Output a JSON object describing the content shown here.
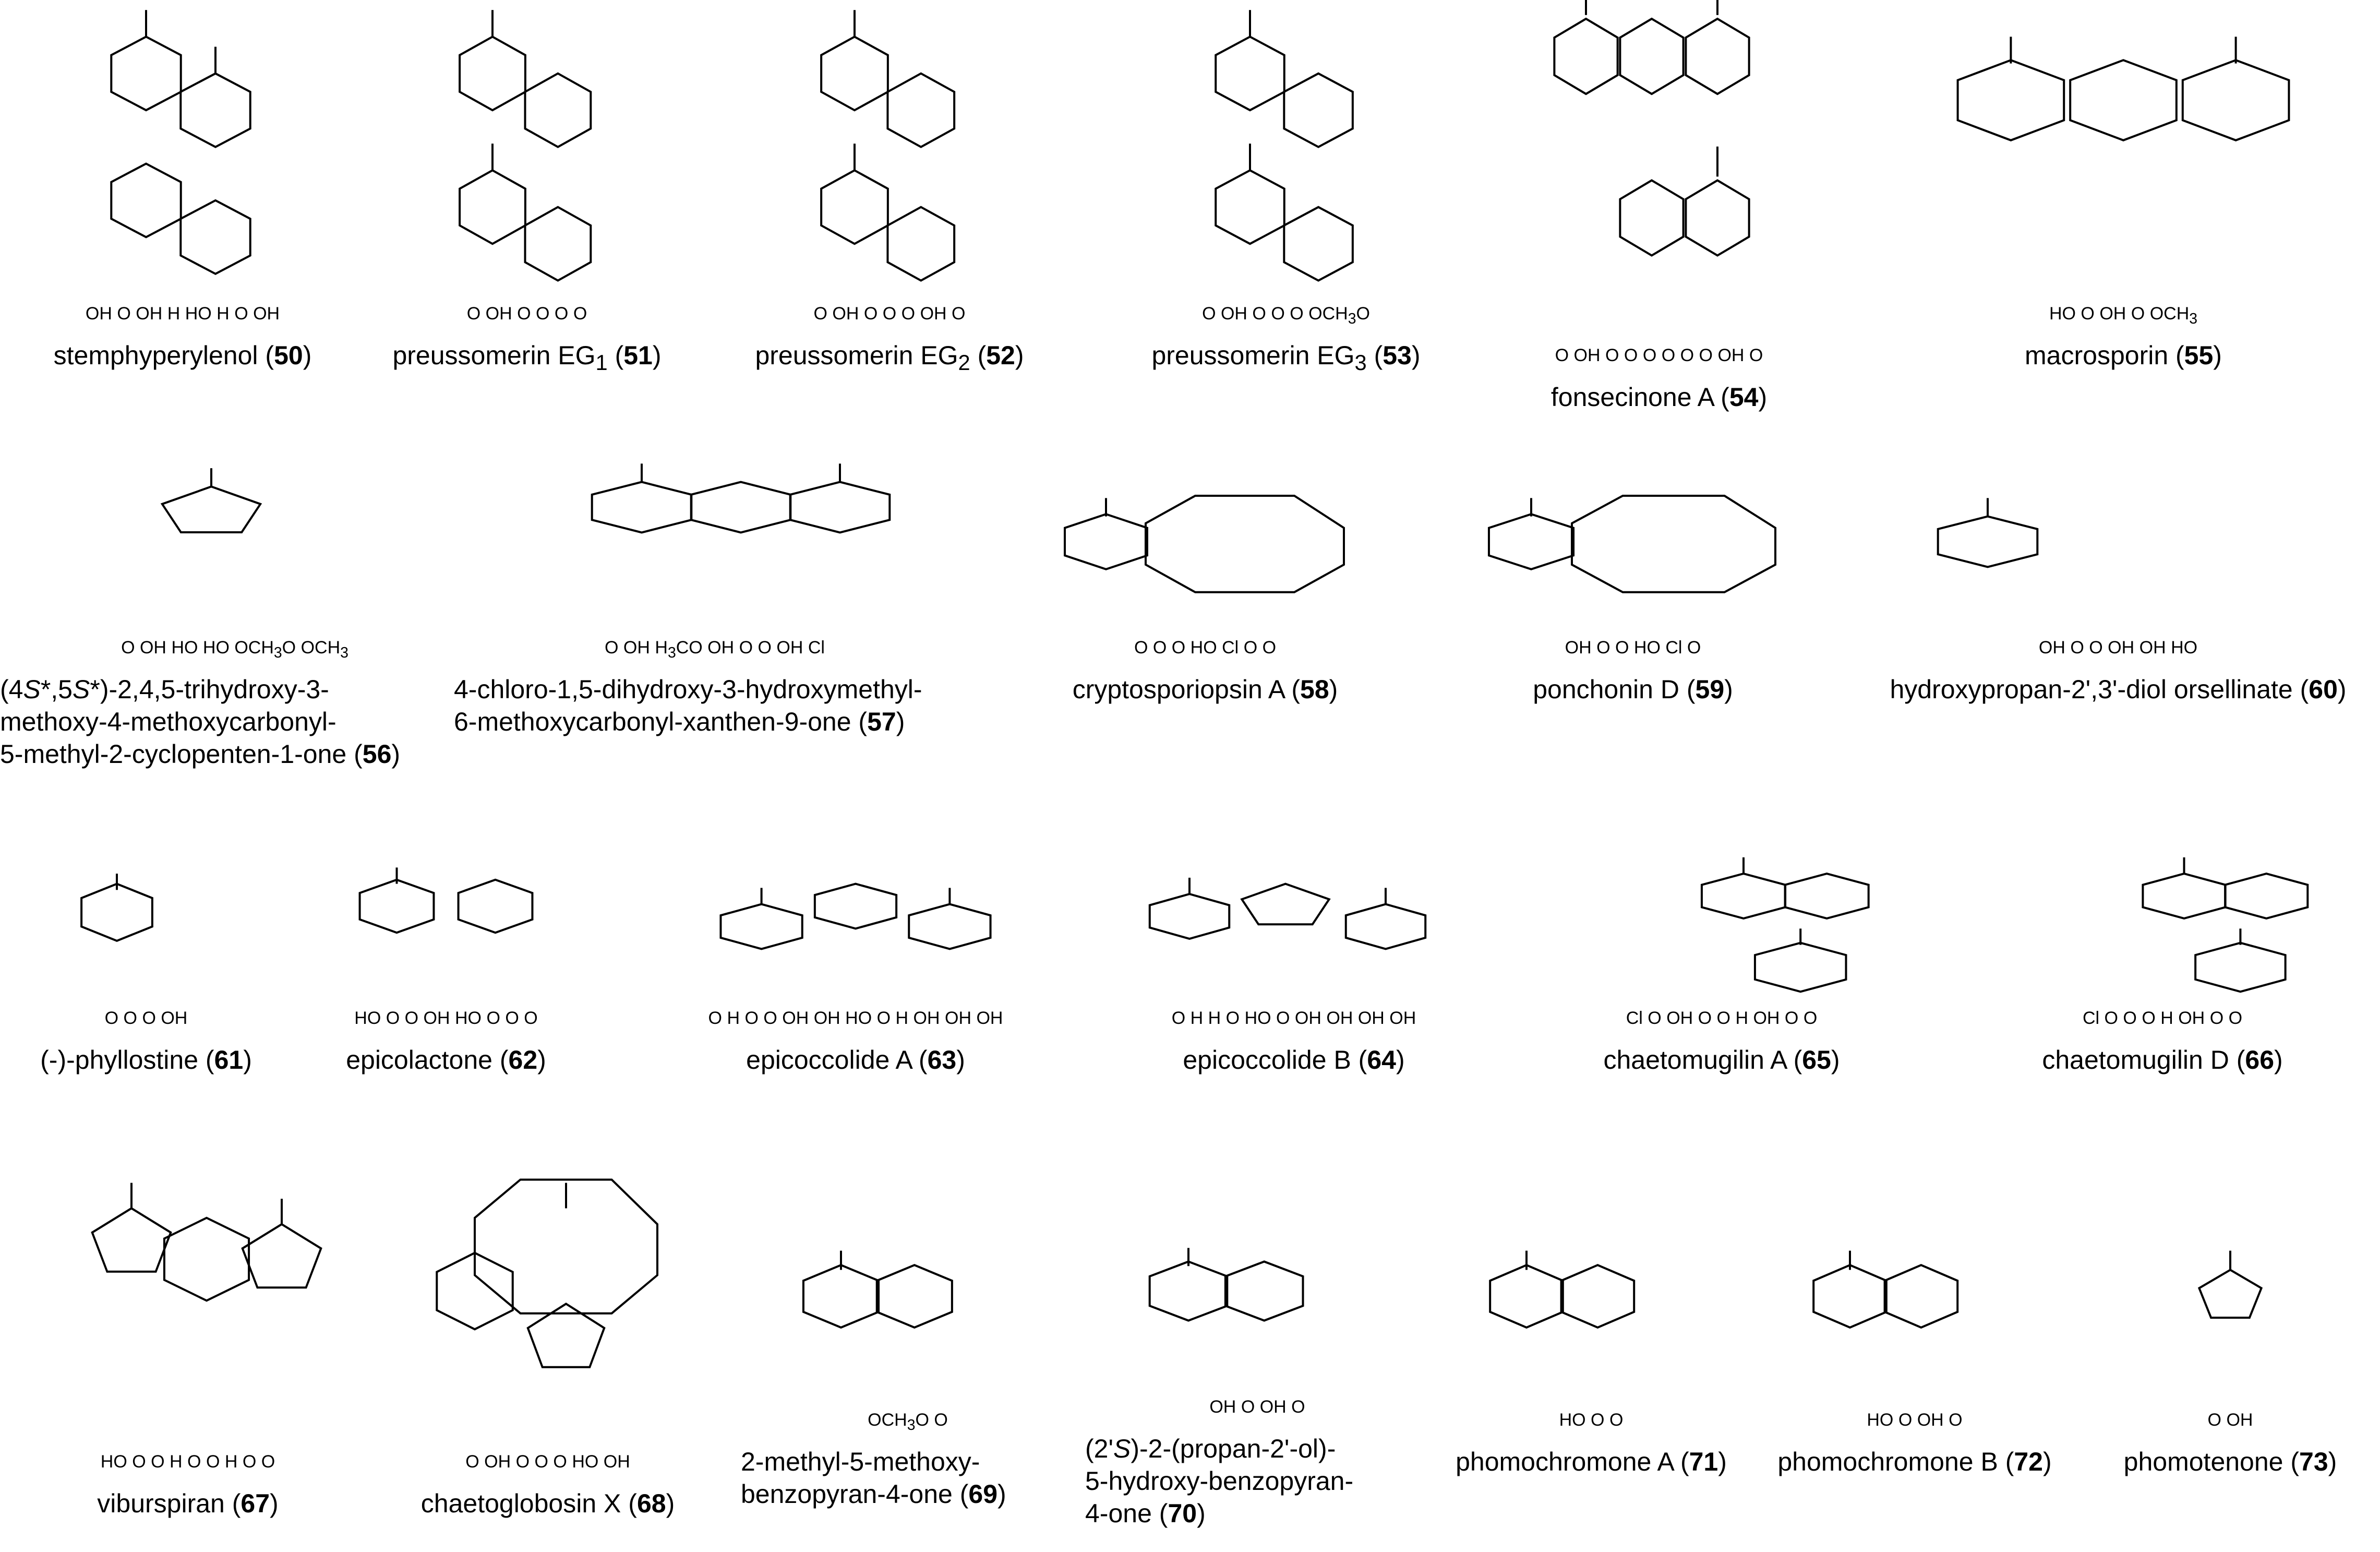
{
  "compounds": [
    {
      "id": "50",
      "lines": [
        [
          "stemphyperylenol (",
          ")"
        ]
      ],
      "atoms": [
        "OH",
        "O",
        "OH",
        "H",
        "HO",
        "H",
        "O",
        "OH"
      ]
    },
    {
      "id": "51",
      "lines": [
        [
          "preussomerin EG",
          "1",
          " (",
          ")"
        ]
      ],
      "atoms": [
        "O",
        "OH",
        "O",
        "O",
        "O",
        "O"
      ]
    },
    {
      "id": "52",
      "lines": [
        [
          "preussomerin EG",
          "2",
          " (",
          ")"
        ]
      ],
      "atoms": [
        "O",
        "OH",
        "O",
        "O",
        "O",
        "OH",
        "O"
      ]
    },
    {
      "id": "53",
      "lines": [
        [
          "preussomerin EG",
          "3",
          " (",
          ")"
        ]
      ],
      "atoms": [
        "O",
        "OH",
        "O",
        "O",
        "O",
        "OCH",
        "3",
        "O"
      ]
    },
    {
      "id": "54",
      "lines": [
        [
          "fonsecinone A (",
          ")"
        ]
      ],
      "atoms": [
        "O",
        "OH",
        "O",
        "O",
        "O",
        "O",
        "O",
        "O",
        "OH",
        "O"
      ]
    },
    {
      "id": "55",
      "lines": [
        [
          "macrosporin (",
          ")"
        ]
      ],
      "atoms": [
        "HO",
        "O",
        "OH",
        "O",
        "OCH",
        "3"
      ]
    },
    {
      "id": "56",
      "lines": [
        [
          "(4",
          "S",
          "*,5",
          "S",
          "*)-2,4,5-trihydroxy-3-"
        ],
        [
          "methoxy-4-methoxycarbonyl-"
        ],
        [
          "5-methyl-2-cyclopenten-1-one (",
          ")"
        ]
      ],
      "atoms": [
        "O",
        "OH",
        "HO",
        "HO",
        "OCH",
        "3",
        "O",
        "OCH",
        "3"
      ]
    },
    {
      "id": "57",
      "lines": [
        [
          "4-chloro-1,5-dihydroxy-3-hydroxymethyl-"
        ],
        [
          "6-methoxycarbonyl-xanthen-9-one (",
          ")"
        ]
      ],
      "atoms": [
        "O",
        "OH",
        "H",
        "3",
        "CO",
        "OH",
        "O",
        "O",
        "OH",
        "Cl"
      ]
    },
    {
      "id": "58",
      "lines": [
        [
          "cryptosporiopsin A (",
          ")"
        ]
      ],
      "atoms": [
        "O",
        "O",
        "O",
        "HO",
        "Cl",
        "O",
        "O"
      ]
    },
    {
      "id": "59",
      "lines": [
        [
          "ponchonin D (",
          ")"
        ]
      ],
      "atoms": [
        "OH",
        "O",
        "O",
        "HO",
        "Cl",
        "O"
      ]
    },
    {
      "id": "60",
      "lines": [
        [
          "hydroxypropan-2',3'-diol orsellinate (",
          ")"
        ]
      ],
      "atoms": [
        "OH",
        "O",
        "O",
        "OH",
        "OH",
        "HO"
      ]
    },
    {
      "id": "61",
      "lines": [
        [
          "(-)-phyllostine (",
          ")"
        ]
      ],
      "atoms": [
        "O",
        "O",
        "O",
        "OH"
      ]
    },
    {
      "id": "62",
      "lines": [
        [
          "epicolactone (",
          ")"
        ]
      ],
      "atoms": [
        "HO",
        "O",
        "O",
        "OH",
        "HO",
        "O",
        "O",
        "O"
      ]
    },
    {
      "id": "63",
      "lines": [
        [
          "epicoccolide A (",
          ")"
        ]
      ],
      "atoms": [
        "O",
        "H",
        "O",
        "O",
        "OH",
        "OH",
        "HO",
        "O",
        "H",
        "OH",
        "OH",
        "OH"
      ]
    },
    {
      "id": "64",
      "lines": [
        [
          "epicoccolide B (",
          ")"
        ]
      ],
      "atoms": [
        "O",
        "H",
        "H",
        "O",
        "HO",
        "O",
        "OH",
        "OH",
        "OH",
        "OH"
      ]
    },
    {
      "id": "65",
      "lines": [
        [
          "chaetomugilin A (",
          ")"
        ]
      ],
      "atoms": [
        "Cl",
        "O",
        "OH",
        "O",
        "O",
        "H",
        "OH",
        "O",
        "O"
      ]
    },
    {
      "id": "66",
      "lines": [
        [
          "chaetomugilin D (",
          ")"
        ]
      ],
      "atoms": [
        "Cl",
        "O",
        "O",
        "O",
        "H",
        "OH",
        "O",
        "O"
      ]
    },
    {
      "id": "67",
      "lines": [
        [
          "viburspiran (",
          ")"
        ]
      ],
      "atoms": [
        "HO",
        "O",
        "O",
        "H",
        "O",
        "O",
        "H",
        "O",
        "O"
      ]
    },
    {
      "id": "68",
      "lines": [
        [
          "chaetoglobosin X (",
          ")"
        ]
      ],
      "atoms": [
        "O",
        "OH",
        "O",
        "O",
        "O",
        "HO",
        "OH"
      ]
    },
    {
      "id": "69",
      "lines": [
        [
          "2-methyl-5-methoxy-"
        ],
        [
          "benzopyran-4-one (",
          ")"
        ]
      ],
      "atoms": [
        "OCH",
        "3",
        "O",
        "O"
      ]
    },
    {
      "id": "70",
      "lines": [
        [
          "(2'",
          "S",
          ")-2-(propan-2'-ol)-"
        ],
        [
          "5-hydroxy-benzopyran-"
        ],
        [
          "4-one (",
          ")"
        ]
      ],
      "atoms": [
        "OH",
        "O",
        "OH",
        "O"
      ]
    },
    {
      "id": "71",
      "lines": [
        [
          "phomochromone A (",
          ")"
        ]
      ],
      "atoms": [
        "HO",
        "O",
        "O"
      ]
    },
    {
      "id": "72",
      "lines": [
        [
          "phomochromone B (",
          ")"
        ]
      ],
      "atoms": [
        "HO",
        "O",
        "OH",
        "O"
      ]
    },
    {
      "id": "73",
      "lines": [
        [
          "phomotenone (",
          ")"
        ]
      ],
      "atoms": [
        "O",
        "OH"
      ]
    }
  ]
}
